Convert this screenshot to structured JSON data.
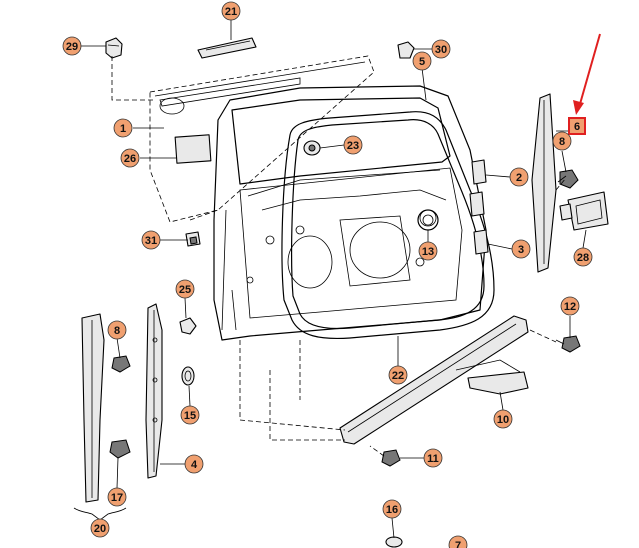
{
  "colors": {
    "callout_fill": "#f0a070",
    "callout_stroke": "#333333",
    "highlight": "#e02020",
    "line": "#000000"
  },
  "callouts": [
    {
      "num": "21"
    },
    {
      "num": "29"
    },
    {
      "num": "30"
    },
    {
      "num": "5"
    },
    {
      "num": "6",
      "highlighted": true
    },
    {
      "num": "1"
    },
    {
      "num": "26"
    },
    {
      "num": "23"
    },
    {
      "num": "8"
    },
    {
      "num": "2"
    },
    {
      "num": "31"
    },
    {
      "num": "13"
    },
    {
      "num": "3"
    },
    {
      "num": "28"
    },
    {
      "num": "25"
    },
    {
      "num": "12"
    },
    {
      "num": "8"
    },
    {
      "num": "22"
    },
    {
      "num": "10"
    },
    {
      "num": "15"
    },
    {
      "num": "4"
    },
    {
      "num": "11"
    },
    {
      "num": "17"
    },
    {
      "num": "20"
    },
    {
      "num": "16"
    },
    {
      "num": "7"
    }
  ]
}
